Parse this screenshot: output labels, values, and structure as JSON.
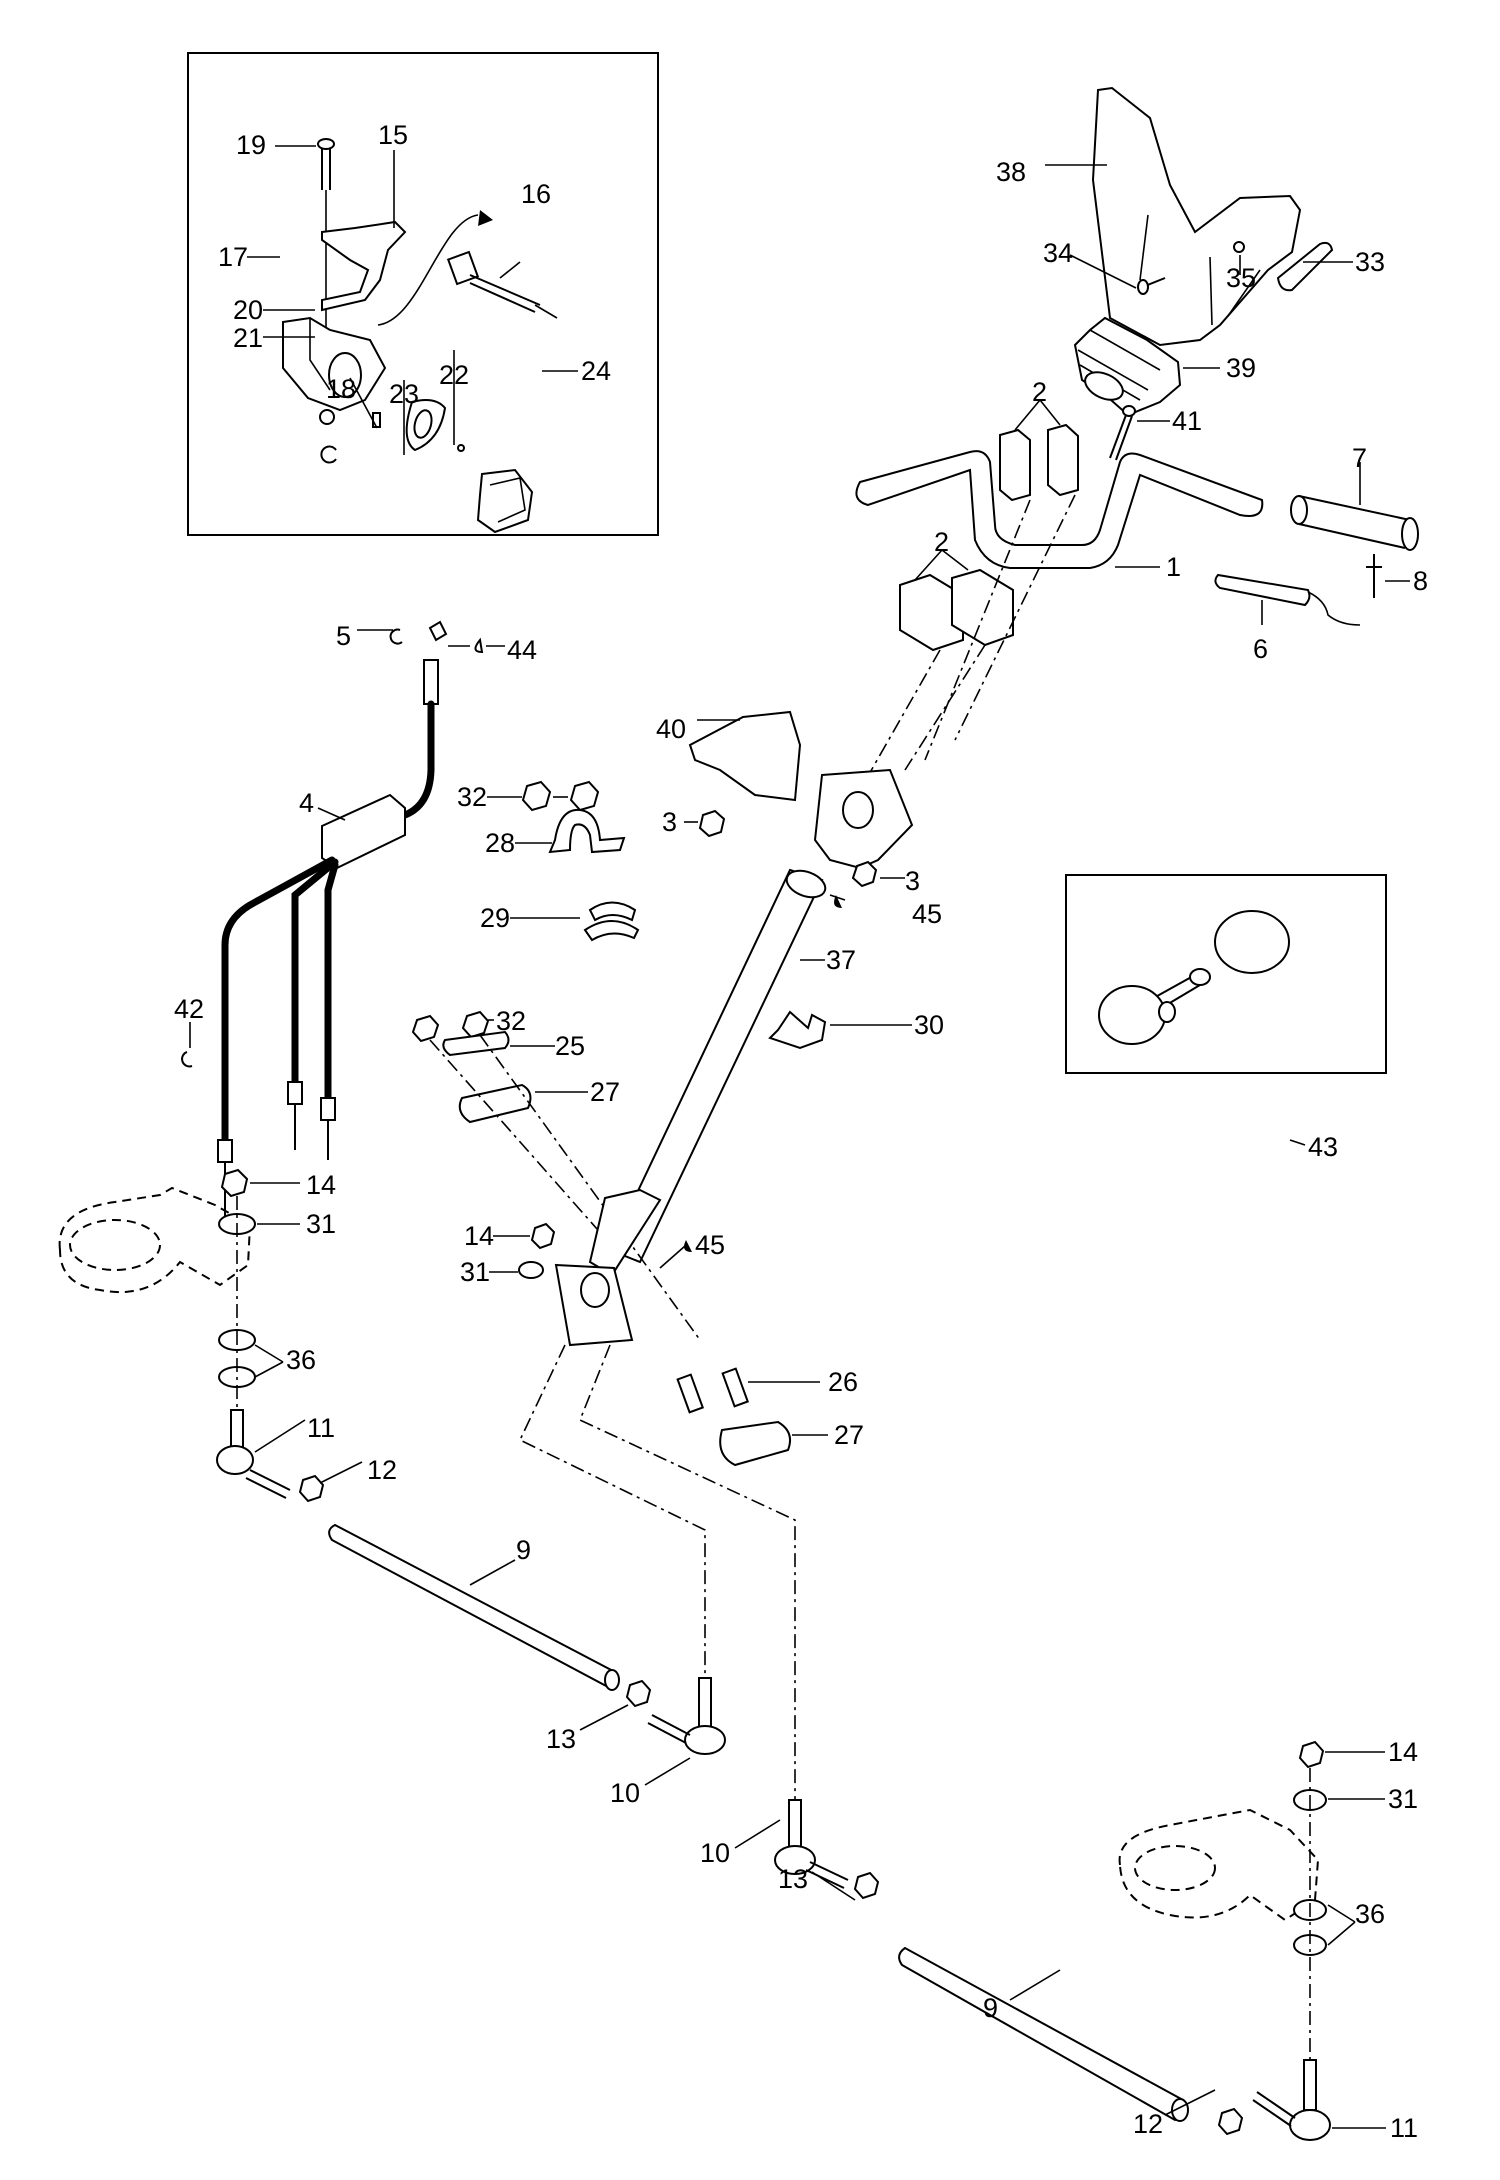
{
  "diagram": {
    "title": "Handlebar and steering assembly exploded parts view",
    "insets": [
      {
        "name": "throttle-housing-inset",
        "parts": [
          "15",
          "16",
          "17",
          "18",
          "19",
          "20",
          "21",
          "22",
          "23",
          "24"
        ]
      },
      {
        "name": "horn-inset",
        "parts": [
          "43"
        ]
      }
    ],
    "lubricant_symbol": "oil-drop-icon",
    "callouts": {
      "c19": "19",
      "c15": "15",
      "c16": "16",
      "c17": "17",
      "c20": "20",
      "c21": "21",
      "c18": "18",
      "c23": "23",
      "c22": "22",
      "c24": "24",
      "c38": "38",
      "c34": "34",
      "c35": "35",
      "c33": "33",
      "c39": "39",
      "c2a": "2",
      "c41": "41",
      "c7": "7",
      "c1": "1",
      "c8": "8",
      "c6": "6",
      "c2b": "2",
      "c5": "5",
      "c44": "44",
      "c40": "40",
      "c4": "4",
      "c32a": "32",
      "c28": "28",
      "c3a": "3",
      "c3b": "3",
      "c45a": "45",
      "c29": "29",
      "c37": "37",
      "c30": "30",
      "c42": "42",
      "c32b": "32",
      "c25": "25",
      "c27a": "27",
      "c43": "43",
      "c14a": "14",
      "c31a": "31",
      "c14b": "14",
      "c31b": "31",
      "c45b": "45",
      "c36a": "36",
      "c26": "26",
      "c27b": "27",
      "c11a": "11",
      "c12a": "12",
      "c9a": "9",
      "c13a": "13",
      "c10a": "10",
      "c10b": "10",
      "c13b": "13",
      "c14c": "14",
      "c31c": "31",
      "c36b": "36",
      "c9b": "9",
      "c12b": "12",
      "c11b": "11"
    }
  }
}
